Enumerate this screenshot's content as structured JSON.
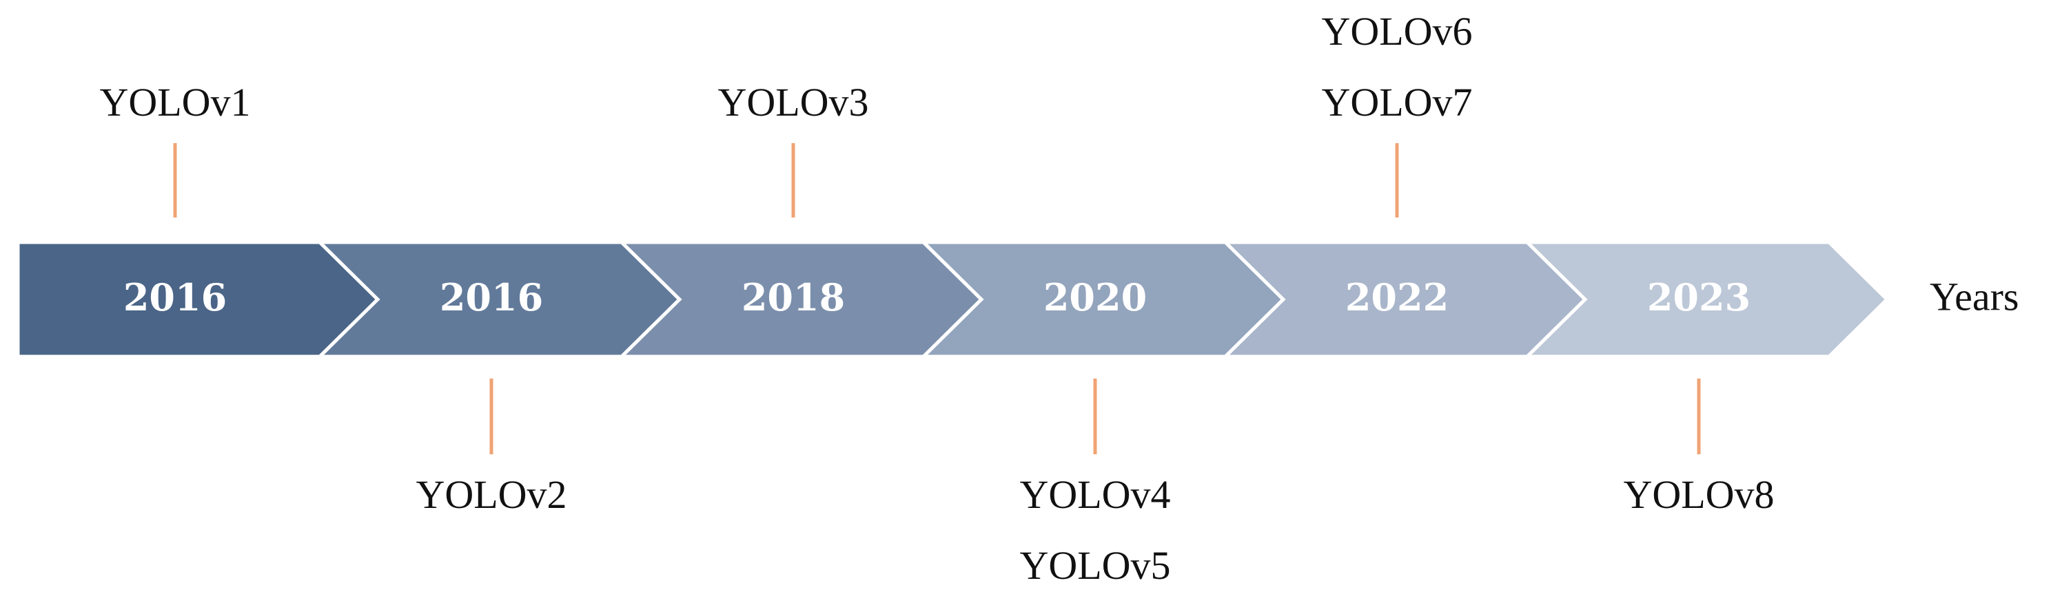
{
  "axis_label": "Years",
  "tick_color": "#f0a374",
  "segments": [
    {
      "year": "2016",
      "color": "#4a6587",
      "side": "top",
      "versions": [
        "YOLOv1"
      ]
    },
    {
      "year": "2016",
      "color": "#627a9a",
      "side": "bottom",
      "versions": [
        "YOLOv2"
      ]
    },
    {
      "year": "2018",
      "color": "#7b8fac",
      "side": "top",
      "versions": [
        "YOLOv3"
      ]
    },
    {
      "year": "2020",
      "color": "#93a4bd",
      "side": "bottom",
      "versions": [
        "YOLOv4",
        "YOLOv5"
      ]
    },
    {
      "year": "2022",
      "color": "#a8b5ca",
      "side": "top",
      "versions": [
        "YOLOv6",
        "YOLOv7"
      ]
    },
    {
      "year": "2023",
      "color": "#bcc7d7",
      "side": "bottom",
      "versions": [
        "YOLOv8"
      ]
    }
  ]
}
